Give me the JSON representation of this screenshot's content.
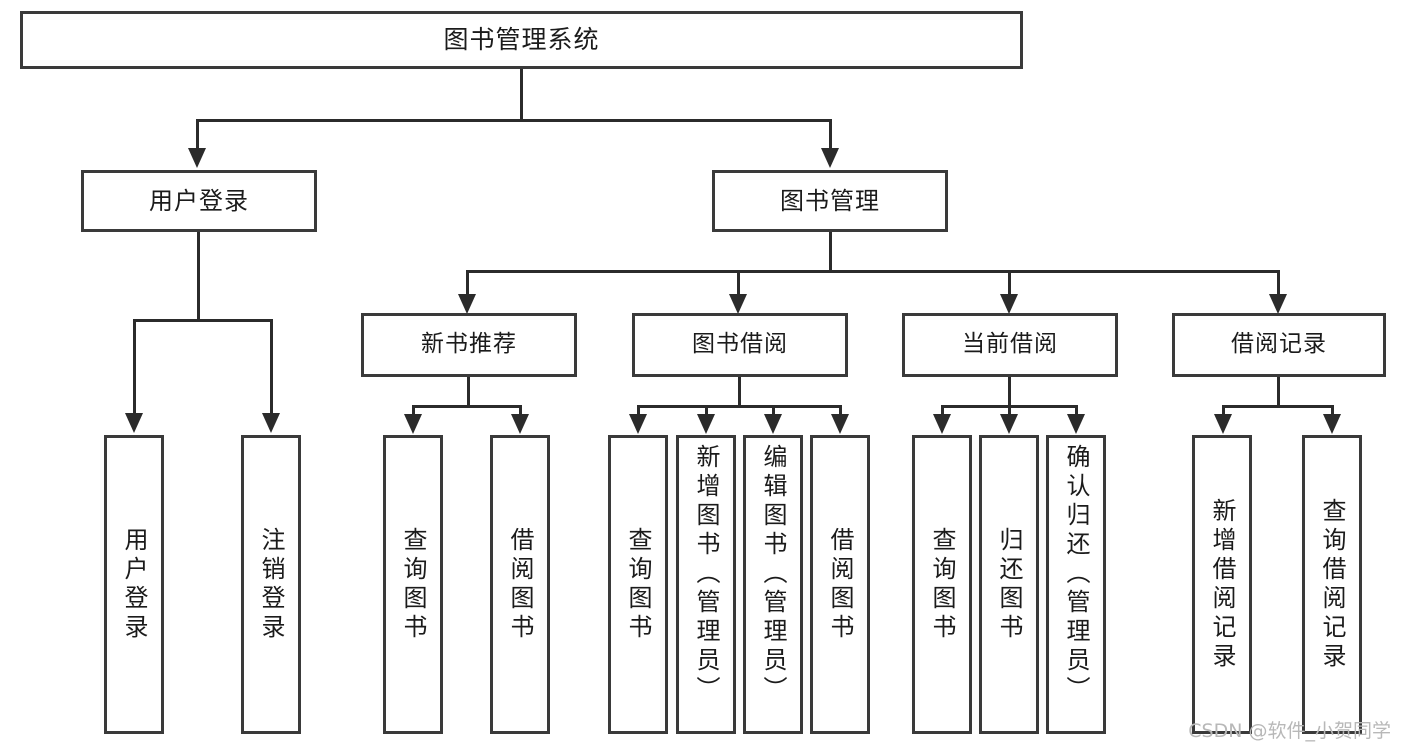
{
  "diagram": {
    "type": "tree",
    "title": "图书管理系统",
    "watermark": "CSDN @软件_小贺同学",
    "root": {
      "label": "图书管理系统"
    },
    "level1": [
      {
        "label": "用户登录"
      },
      {
        "label": "图书管理"
      }
    ],
    "level2": [
      {
        "label": "新书推荐"
      },
      {
        "label": "图书借阅"
      },
      {
        "label": "当前借阅"
      },
      {
        "label": "借阅记录"
      }
    ],
    "leaves": {
      "user_login": [
        {
          "label": "用户登录"
        },
        {
          "label": "注销登录"
        }
      ],
      "new_book_recommend": [
        {
          "label": "查询图书"
        },
        {
          "label": "借阅图书"
        }
      ],
      "book_borrow": [
        {
          "label": "查询图书"
        },
        {
          "label": "新增图书（管理员）"
        },
        {
          "label": "编辑图书（管理员）"
        },
        {
          "label": "借阅图书"
        }
      ],
      "current_borrow": [
        {
          "label": "查询图书"
        },
        {
          "label": "归还图书"
        },
        {
          "label": "确认归还（管理员）"
        }
      ],
      "borrow_record": [
        {
          "label": "新增借阅记录"
        },
        {
          "label": "查询借阅记录"
        }
      ]
    },
    "colors": {
      "box_border": "#3a3a3a",
      "connector": "#2b2b2b",
      "background": "#ffffff",
      "text": "#1b1b1b",
      "watermark": "#b8b8b8"
    }
  }
}
